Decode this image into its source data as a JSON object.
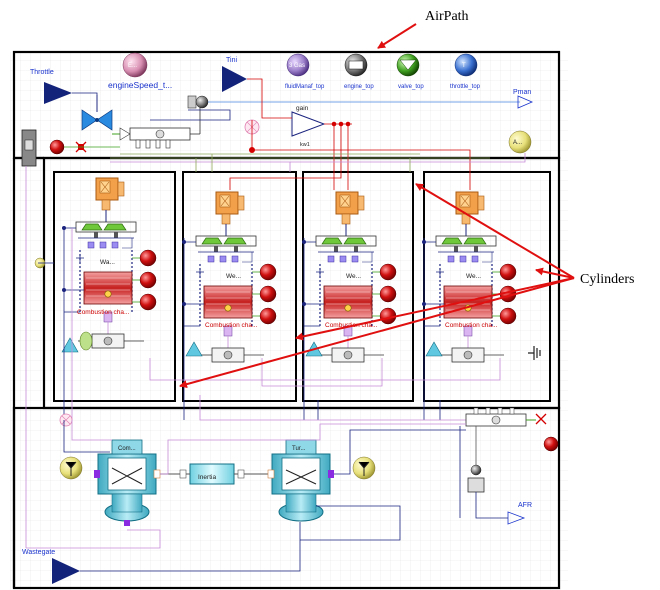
{
  "annotations": {
    "airpath": "AirPath",
    "cylinders": "Cylinders"
  },
  "top_block": {
    "throttle_label": "Throttle",
    "engine_speed_icon": "E...",
    "engine_speed_label": "engineSpeed_t...",
    "tini_label": "Tini",
    "gain_label": "gain",
    "kw_label": "kw1",
    "fluid_icon": "3 Gas",
    "fluid_label": "fluidManaf_top",
    "engine_label": "engine_top",
    "valve_label": "valve_top",
    "throttle_top_label": "throttle_top",
    "pman_label": "Pman",
    "a_icon": "A..."
  },
  "cylinders": [
    {
      "valve_label": "Wa...",
      "chamber_label": "Combustion cha..."
    },
    {
      "valve_label": "We...",
      "chamber_label": "Combustion cha..."
    },
    {
      "valve_label": "We...",
      "chamber_label": "Combustion cha..."
    },
    {
      "valve_label": "We...",
      "chamber_label": "Combustion cha..."
    }
  ],
  "bottom_block": {
    "compressor_label": "Com...",
    "turbine_label": "Tur...",
    "shaft_label": "Inertia",
    "wastegate_label": "Wastegate",
    "afr_label": "AFR"
  },
  "colors": {
    "frame": "#000000",
    "grid": "#e4e4e4",
    "wire_blue": "#1a237e",
    "wire_pink": "#c58bd8",
    "wire_green": "#8ea85a",
    "wire_red": "#d40000",
    "triangle": "#14237a",
    "cyan": "#5fc8e0",
    "orange": "#f2a04a",
    "annotation_arrow": "#e01010"
  }
}
